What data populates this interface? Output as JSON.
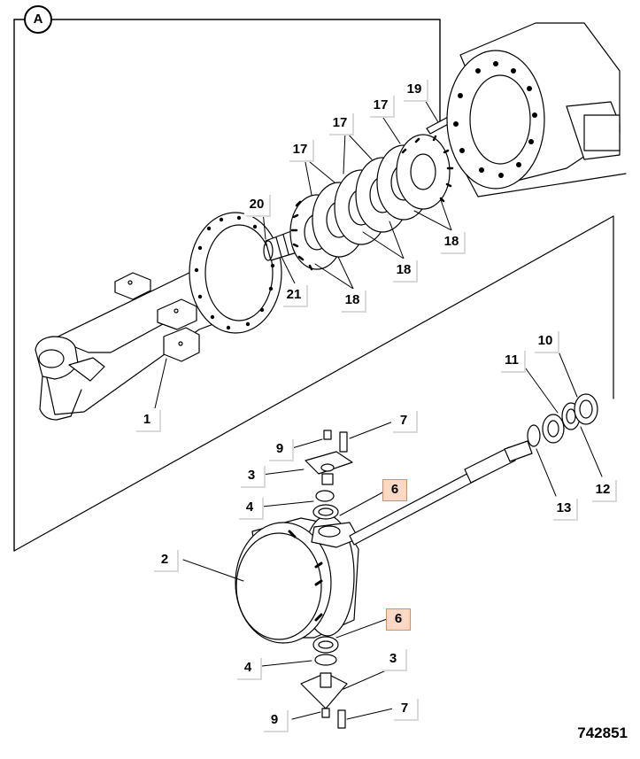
{
  "diagram": {
    "section_marker": "A",
    "reference_number": "742851",
    "highlight_color": "#fbd9c4",
    "highlight_border": "#f0884c",
    "callouts": [
      {
        "id": "c1",
        "text": "1"
      },
      {
        "id": "c2",
        "text": "2"
      },
      {
        "id": "c3a",
        "text": "3"
      },
      {
        "id": "c3b",
        "text": "3"
      },
      {
        "id": "c4a",
        "text": "4"
      },
      {
        "id": "c4b",
        "text": "4"
      },
      {
        "id": "c6a",
        "text": "6"
      },
      {
        "id": "c6b",
        "text": "6"
      },
      {
        "id": "c7a",
        "text": "7"
      },
      {
        "id": "c7b",
        "text": "7"
      },
      {
        "id": "c9a",
        "text": "9"
      },
      {
        "id": "c9b",
        "text": "9"
      },
      {
        "id": "c10",
        "text": "10"
      },
      {
        "id": "c11",
        "text": "11"
      },
      {
        "id": "c12",
        "text": "12"
      },
      {
        "id": "c13",
        "text": "13"
      },
      {
        "id": "c17a",
        "text": "17"
      },
      {
        "id": "c17b",
        "text": "17"
      },
      {
        "id": "c17c",
        "text": "17"
      },
      {
        "id": "c18a",
        "text": "18"
      },
      {
        "id": "c18b",
        "text": "18"
      },
      {
        "id": "c18c",
        "text": "18"
      },
      {
        "id": "c19",
        "text": "19"
      },
      {
        "id": "c20",
        "text": "20"
      },
      {
        "id": "c21",
        "text": "21"
      }
    ]
  }
}
